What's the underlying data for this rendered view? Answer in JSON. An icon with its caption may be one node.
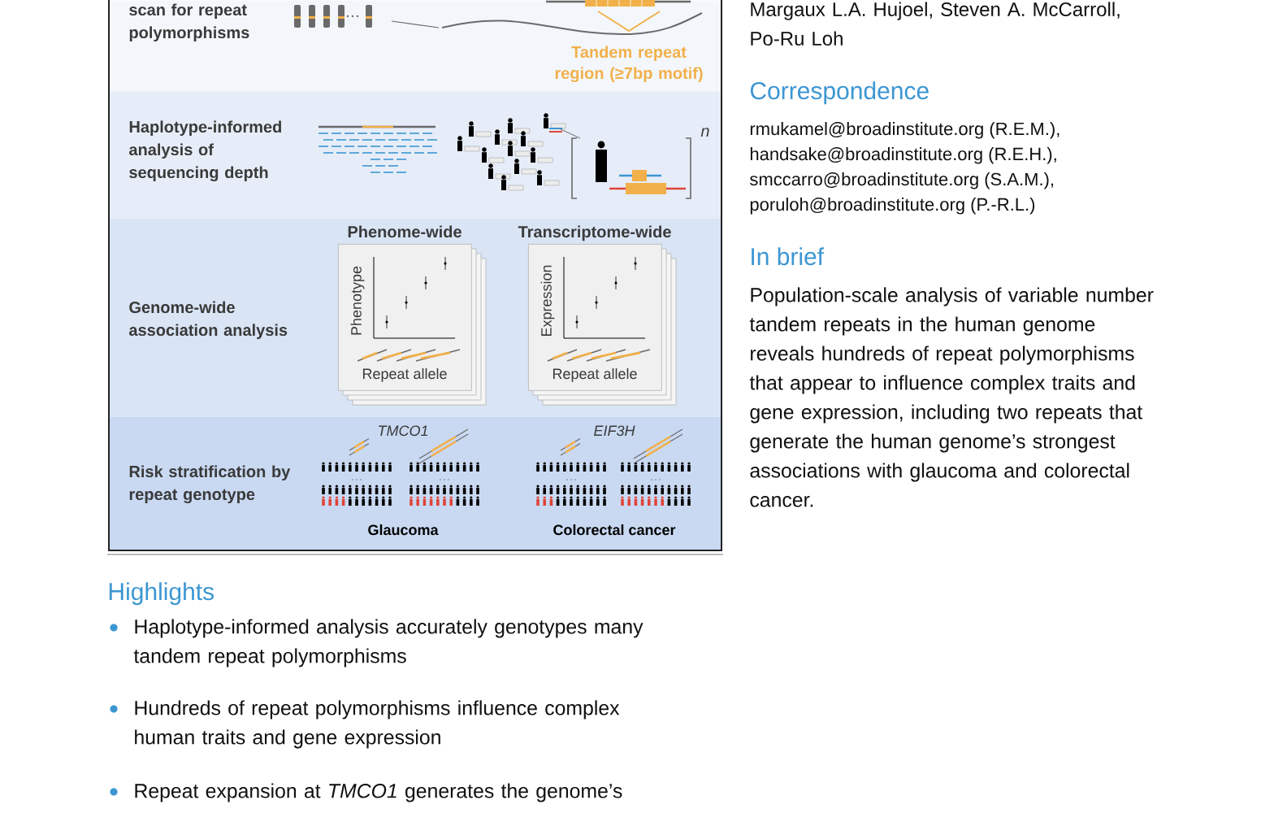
{
  "diagram": {
    "nodes": [
      {
        "text": [
          "scan for repeat polymorphisms"
        ]
      },
      {
        "text": [
          "Haplotype-informed analysis of sequencing depth"
        ]
      },
      {
        "text": [
          "Genome-wide association analysis"
        ]
      },
      {
        "text": [
          "Risk stratification by repeat genotype"
        ]
      },
      {
        "text": [
          "Phenome-wide",
          "Phenotype",
          "Repeat allele"
        ],
        "in": 2
      },
      {
        "text": [
          "Transcriptome-wide",
          "Expression",
          "Repeat allele"
        ],
        "in": 2
      }
    ],
    "labels": [
      "Tandem repeat region (≥7bp motif)",
      "n",
      "TMCO1",
      "EIF3H",
      "Glaucoma",
      "Colorectal cancer",
      "Highlights",
      "Haplotype-informed analysis accurately genotypes many tandem repeat polymorphisms",
      "Hundreds of repeat polymorphisms influence complex human traits and gene expression",
      "Repeat expansion at *TMCO1* generates the genome’s",
      "Margaux L.A. Hujoel, Steven A. McCarroll, Po-Ru Loh",
      "Correspondence",
      "rmukamel@broadinstitute.org (R.E.M.),",
      "handsake@broadinstitute.org (R.E.H.),",
      "smccarro@broadinstitute.org (S.A.M.),",
      "poruloh@broadinstitute.org (P.-R.L.)",
      "In brief",
      "Population-scale analysis of variable number tandem repeats in the human genome reveals hundreds of repeat polymorphisms that appear to influence complex traits and gene expression, including two repeats that generate the human genome’s strongest associations with glaucoma and colorectal cancer."
    ]
  }
}
